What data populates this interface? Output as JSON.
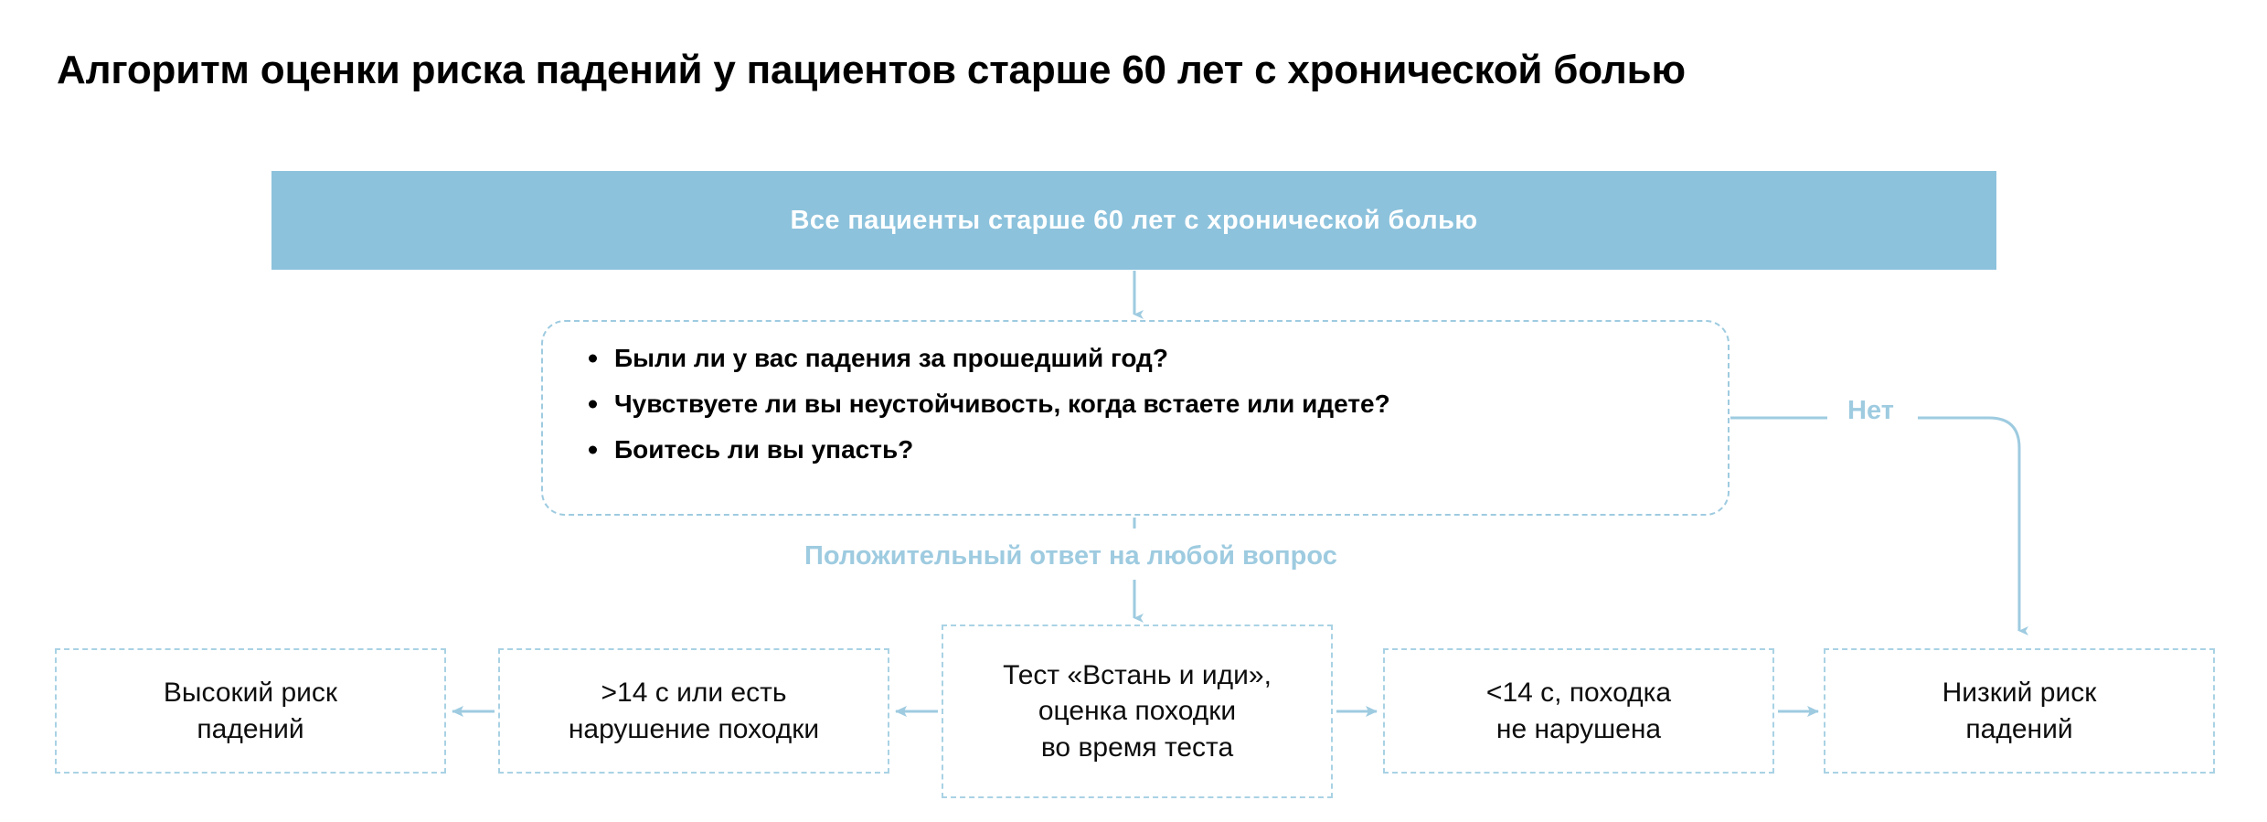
{
  "title": "Алгоритм оценки риска падений у пациентов старше 60 лет с хронической болью",
  "colors": {
    "accent_fill": "#8cc2dc",
    "accent_line": "#9ecbe0",
    "box_border": "#a9d2e4",
    "text": "#000000",
    "header_text": "#ffffff",
    "background": "#ffffff"
  },
  "nodes": {
    "population": {
      "label": "Все пациенты старше 60 лет с хронической болью",
      "kind": "filled-banner"
    },
    "screening": {
      "kind": "rounded-dashed-box",
      "questions": [
        "Были ли у вас падения за прошедший год?",
        "Чувствуете ли вы неустойчивость, когда встаете или идете?",
        "Боитесь ли вы упасть?"
      ]
    },
    "tug_test": {
      "label": "Тест «Встань и иди», оценка походки во время теста",
      "lines": [
        "Тест «Встань и иди»,",
        "оценка походки",
        "во время теста"
      ],
      "kind": "dashed-box"
    },
    "tug_slow": {
      "label": ">14 с или есть нарушение походки",
      "lines": [
        ">14 с или есть",
        "нарушение походки"
      ],
      "kind": "dashed-box"
    },
    "tug_fast": {
      "label": "<14 с, походка не нарушена",
      "lines": [
        "<14 с, походка",
        "не нарушена"
      ],
      "kind": "dashed-box"
    },
    "high_risk": {
      "label": "Высокий риск падений",
      "lines": [
        "Высокий риск",
        "падений"
      ],
      "kind": "dashed-box"
    },
    "low_risk": {
      "label": "Низкий риск падений",
      "lines": [
        "Низкий риск",
        "падений"
      ],
      "kind": "dashed-box"
    }
  },
  "edges": {
    "population_to_screening": {
      "label": "",
      "from": "population",
      "to": "screening",
      "direction": "down"
    },
    "screening_to_tug": {
      "label": "Положительный ответ на любой вопрос",
      "from": "screening",
      "to": "tug_test",
      "direction": "down"
    },
    "screening_to_low_risk": {
      "label": "Нет",
      "from": "screening",
      "to": "low_risk",
      "direction": "right-down"
    },
    "tug_to_slow": {
      "label": "",
      "from": "tug_test",
      "to": "tug_slow",
      "direction": "left"
    },
    "slow_to_high_risk": {
      "label": "",
      "from": "tug_slow",
      "to": "high_risk",
      "direction": "left"
    },
    "tug_to_fast": {
      "label": "",
      "from": "tug_test",
      "to": "tug_fast",
      "direction": "right"
    },
    "fast_to_low_risk": {
      "label": "",
      "from": "tug_fast",
      "to": "low_risk",
      "direction": "right"
    }
  }
}
